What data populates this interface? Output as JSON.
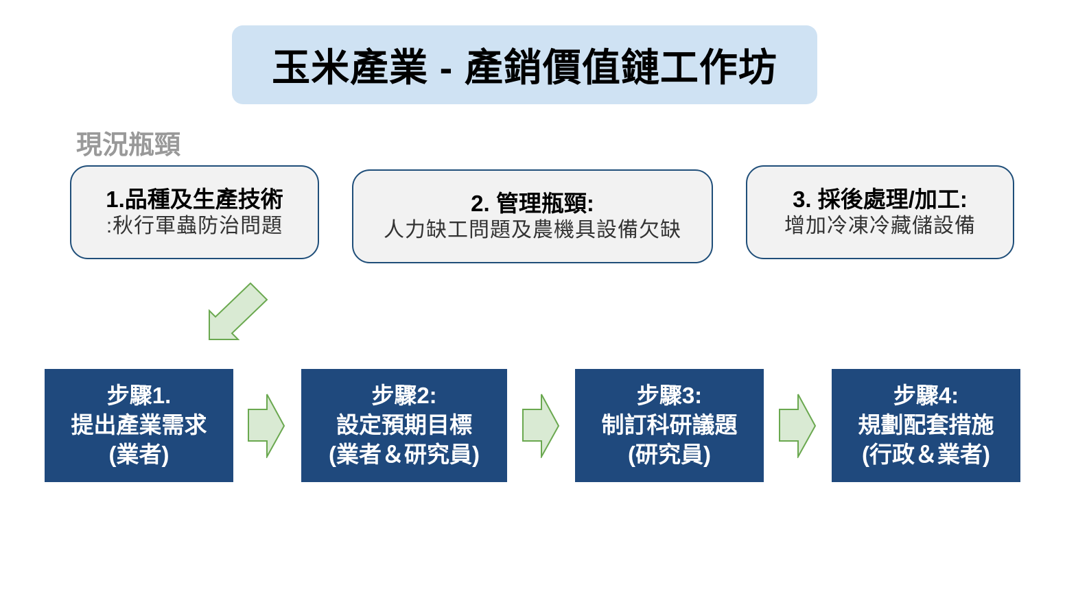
{
  "title": "玉米產業 - 產銷價值鏈工作坊",
  "section_label": "現況瓶頸",
  "bottlenecks": [
    {
      "heading": "1.品種及生產技術",
      "detail": ":秋行軍蟲防治問題"
    },
    {
      "heading": "2. 管理瓶頸:",
      "detail": "人力缺工問題及農機具設備欠缺"
    },
    {
      "heading": "3. 採後處理/加工:",
      "detail": "增加冷凍冷藏儲設備"
    }
  ],
  "steps": [
    {
      "label": "步驟1.",
      "action": "提出產業需求",
      "actor": "(業者)"
    },
    {
      "label": "步驟2:",
      "action": "設定預期目標",
      "actor": "(業者＆研究員)"
    },
    {
      "label": "步驟3:",
      "action": "制訂科研議題",
      "actor": "(研究員)"
    },
    {
      "label": "步驟4:",
      "action": "規劃配套措施",
      "actor": "(行政＆業者)"
    }
  ],
  "colors": {
    "title_bg": "#cfe2f3",
    "bottleneck_bg": "#f2f2f2",
    "bottleneck_border": "#1f4e79",
    "step_bg": "#1f497d",
    "arrow_fill": "#d9ead3",
    "arrow_stroke": "#6aa84f",
    "section_label": "#999999"
  },
  "icons": {
    "diagonal_arrow": "arrow-down-left-icon",
    "flow_arrow": "arrow-right-icon"
  }
}
